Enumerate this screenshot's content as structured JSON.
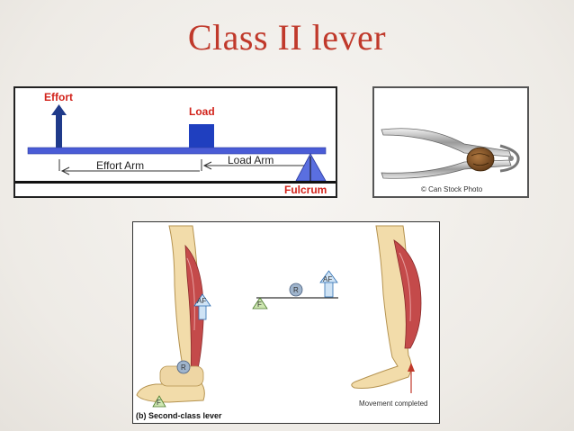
{
  "title": "Class II lever",
  "lever_diagram": {
    "effort": "Effort",
    "load": "Load",
    "effort_arm": "Effort Arm",
    "load_arm": "Load Arm",
    "fulcrum": "Fulcrum"
  },
  "photo": {
    "credit": "© Can Stock Photo"
  },
  "anatomy": {
    "af_label": "AF",
    "r_label": "R",
    "f_label": "F",
    "caption": "(b) Second-class lever",
    "movement": "Movement completed"
  },
  "colors": {
    "title": "#c0392b",
    "lever_beam": "#4a5cd6",
    "effort_arrow": "#1f3a8a",
    "label_red": "#d2231b"
  }
}
